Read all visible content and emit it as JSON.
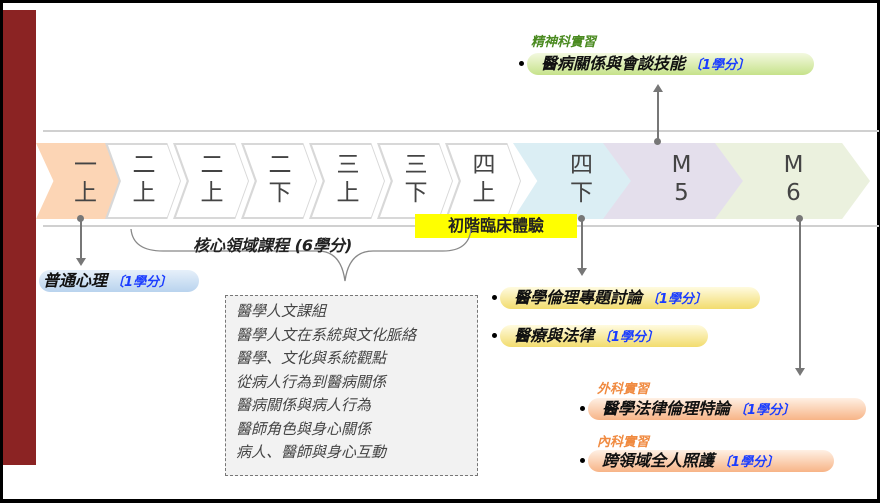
{
  "stages": [
    {
      "label": "一\n上",
      "color": "#fcd5b5"
    },
    {
      "label": "二\n上",
      "color": "#ffffff"
    },
    {
      "label": "二\n上",
      "color": "#ffffff"
    },
    {
      "label": "二\n下",
      "color": "#ffffff"
    },
    {
      "label": "三\n上",
      "color": "#ffffff"
    },
    {
      "label": "三\n下",
      "color": "#ffffff"
    },
    {
      "label": "四\n上",
      "color": "#ffffff"
    },
    {
      "label": "四\n下",
      "color": "#dbeef4"
    },
    {
      "label": "M\n5",
      "color": "#e4dfec"
    },
    {
      "label": "M\n6",
      "color": "#ebf1de"
    }
  ],
  "core": {
    "title": "核心領域課程 (6學分)",
    "courses": [
      "醫學人文課組",
      "醫學人文在系統與文化脈絡",
      "醫學、文化與系統觀點",
      "從病人行為到醫病關係",
      "醫病關係與病人行為",
      "醫師角色與身心關係",
      "病人、醫師與身心互動"
    ]
  },
  "clinical_label": "初階臨床體驗",
  "general_psych": {
    "name": "普通心理",
    "credit": "〔1學分〕"
  },
  "psychiatry": {
    "rotation": "精神科實習",
    "name": "醫病關係與會談技能",
    "credit": "〔1學分〕"
  },
  "senior": [
    {
      "name": "醫學倫理專題討論",
      "credit": "〔1學分〕"
    },
    {
      "name": "醫療與法律",
      "credit": "〔1學分〕"
    }
  ],
  "surgery": {
    "rotation": "外科實習",
    "name": "醫學法律倫理特論",
    "credit": "〔1學分〕"
  },
  "medicine": {
    "rotation": "內科實習",
    "name": "跨領域全人照護",
    "credit": "〔1學分〕"
  }
}
